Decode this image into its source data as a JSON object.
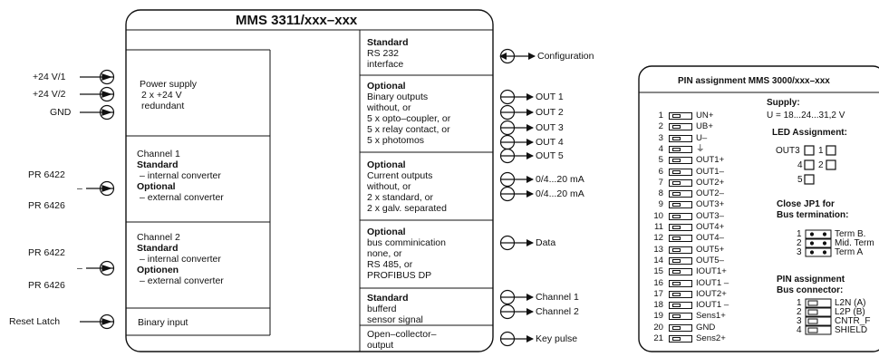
{
  "module": {
    "title": "MMS 3311/xxx–xxx"
  },
  "left_inputs": {
    "supply": [
      "+24 V/1",
      "+24 V/2",
      "GND"
    ],
    "channel1": [
      "PR 6422",
      "–",
      "PR 6426"
    ],
    "channel2": [
      "PR 6422",
      "–",
      "PR 6426"
    ],
    "reset": "Reset Latch"
  },
  "left_blocks": {
    "power": [
      "Power supply",
      "2 x +24 V",
      "redundant"
    ],
    "ch1": {
      "title": "Channel 1",
      "standard": "Standard",
      "std_text": "– internal converter",
      "optional": "Optional",
      "opt_text": "– external converter"
    },
    "ch2": {
      "title": "Channel 2",
      "standard": "Standard",
      "std_text": "– internal converter",
      "optional": "Optionen",
      "opt_text": "– external converter"
    },
    "binary": "Binary input"
  },
  "right_blocks": {
    "rs232": {
      "head": "Standard",
      "lines": [
        "RS 232",
        "interface"
      ]
    },
    "binary_out": {
      "head": "Optional",
      "lines": [
        "Binary outputs",
        "without, or",
        "5 x opto–coupler, or",
        "5 x relay contact, or",
        "5 x photomos"
      ]
    },
    "current_out": {
      "head": "Optional",
      "lines": [
        "Current outputs",
        "without, or",
        "2 x standard, or",
        "2 x galv. separated"
      ]
    },
    "bus": {
      "head": "Optional",
      "lines": [
        "bus comminication",
        "none, or",
        "RS 485, or",
        "PROFIBUS DP"
      ]
    },
    "sensor": {
      "head": "Standard",
      "lines": [
        "bufferd",
        "sensor signal"
      ]
    },
    "oc": {
      "lines": [
        "Open–collector–",
        "output"
      ]
    }
  },
  "right_outputs": {
    "config": "Configuration",
    "outs": [
      "OUT 1",
      "OUT 2",
      "OUT 3",
      "OUT 4",
      "OUT 5"
    ],
    "currents": [
      "0/4...20 mA",
      "0/4...20 mA"
    ],
    "data": "Data",
    "channels": [
      "Channel 1",
      "Channel 2"
    ],
    "keypulse": "Key pulse"
  },
  "pin_panel": {
    "title": "PIN assignment MMS 3000/xxx–xxx",
    "pins": [
      {
        "n": "1",
        "l": "UN+"
      },
      {
        "n": "2",
        "l": "UB+"
      },
      {
        "n": "3",
        "l": "U–"
      },
      {
        "n": "4",
        "l": "⏚"
      },
      {
        "n": "5",
        "l": "OUT1+"
      },
      {
        "n": "6",
        "l": "OUT1–"
      },
      {
        "n": "7",
        "l": "OUT2+"
      },
      {
        "n": "8",
        "l": "OUT2–"
      },
      {
        "n": "9",
        "l": "OUT3+"
      },
      {
        "n": "10",
        "l": "OUT3–"
      },
      {
        "n": "11",
        "l": "OUT4+"
      },
      {
        "n": "12",
        "l": "OUT4–"
      },
      {
        "n": "13",
        "l": "OUT5+"
      },
      {
        "n": "14",
        "l": "OUT5–"
      },
      {
        "n": "15",
        "l": "IOUT1+"
      },
      {
        "n": "16",
        "l": "IOUT1 –"
      },
      {
        "n": "17",
        "l": "IOUT2+"
      },
      {
        "n": "18",
        "l": "IOUT1 –"
      },
      {
        "n": "19",
        "l": "Sens1+"
      },
      {
        "n": "20",
        "l": "GND"
      },
      {
        "n": "21",
        "l": "Sens2+"
      }
    ],
    "supply_title": "Supply:",
    "supply_text": "U = 18...24...31,2 V",
    "led_title": "LED Assignment:",
    "led_labels": [
      "OUT3",
      "1",
      "4",
      "2",
      "5"
    ],
    "jp1_title": [
      "Close JP1 for",
      "Bus termination:"
    ],
    "jp1_rows": [
      {
        "n": "1",
        "l": "Term B."
      },
      {
        "n": "2",
        "l": "Mid. Term"
      },
      {
        "n": "3",
        "l": "Term A"
      }
    ],
    "bus_title": [
      "PIN assignment",
      "Bus connector:"
    ],
    "bus_pins": [
      {
        "n": "1",
        "l": "L2N (A)"
      },
      {
        "n": "2",
        "l": "L2P (B)"
      },
      {
        "n": "3",
        "l": "CNTR_F"
      },
      {
        "n": "4",
        "l": "SHIELD"
      }
    ]
  }
}
